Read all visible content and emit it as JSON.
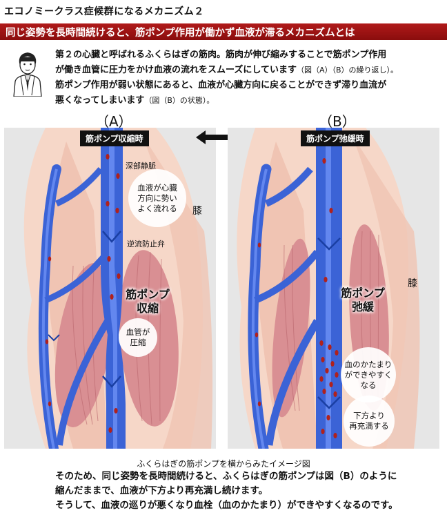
{
  "header": {
    "title": "エコノミークラス症候群になるメカニズム２",
    "banner": "同じ姿勢を長時間続けると、筋ポンプ作用が働かず血液が滞るメカニズムとは"
  },
  "intro": {
    "line1": "第２の心臓と呼ばれるふくらはぎの筋肉。筋肉が伸び縮みすることで筋ポンプ作用",
    "line2": "が働き血管に圧力をかけ血液の流れをスムーズにしています",
    "line2_ref": "（図（A）（B）の繰り返し）。",
    "line3": "筋ポンプ作用が弱い状態にあると、血液が心臓方向に戻ることができず滞り血流が",
    "line4": "悪くなってしまいます",
    "line4_ref": "（図（B）の状態）。"
  },
  "panel_a": {
    "label": "（A）",
    "badge": "筋ポンプ収縮時",
    "vein_label": "深部静脈",
    "valve_label": "逆流防止弁",
    "bubble_flow": [
      "血液が心臓",
      "方向に勢い",
      "よく流れる"
    ],
    "muscle_label": [
      "筋ポンプ",
      "収縮"
    ],
    "bubble_vessel": [
      "血管が",
      "圧縮"
    ]
  },
  "panel_b": {
    "label": "（B）",
    "badge": "筋ポンプ弛緩時",
    "muscle_label": [
      "筋ポンプ",
      "弛緩"
    ],
    "bubble_clot": [
      "血のかたまり",
      "ができやすく",
      "なる"
    ],
    "bubble_refill": [
      "下方より",
      "再充満する"
    ]
  },
  "knee_label": "膝",
  "caption": "ふくらはぎの筋ポンプを横からみたイメージ図",
  "outro": {
    "line1": "そのため、同じ姿勢を長時間続けると、ふくらはぎの筋ポンプは図（B）のように",
    "line2": "縮んだままで、血液が下方より再充満し続けます。",
    "line3": "そうして、血液の巡りが悪くなり血栓（血のかたまり）ができやすくなるのです。"
  },
  "colors": {
    "banner": "#9b1313",
    "vein": "#3b63d6",
    "muscle": "#d98f93",
    "skin": "#f6d7c8",
    "clot": "#b0211c"
  },
  "icons": [
    "doctor-illustration",
    "double-arrow-icon"
  ]
}
